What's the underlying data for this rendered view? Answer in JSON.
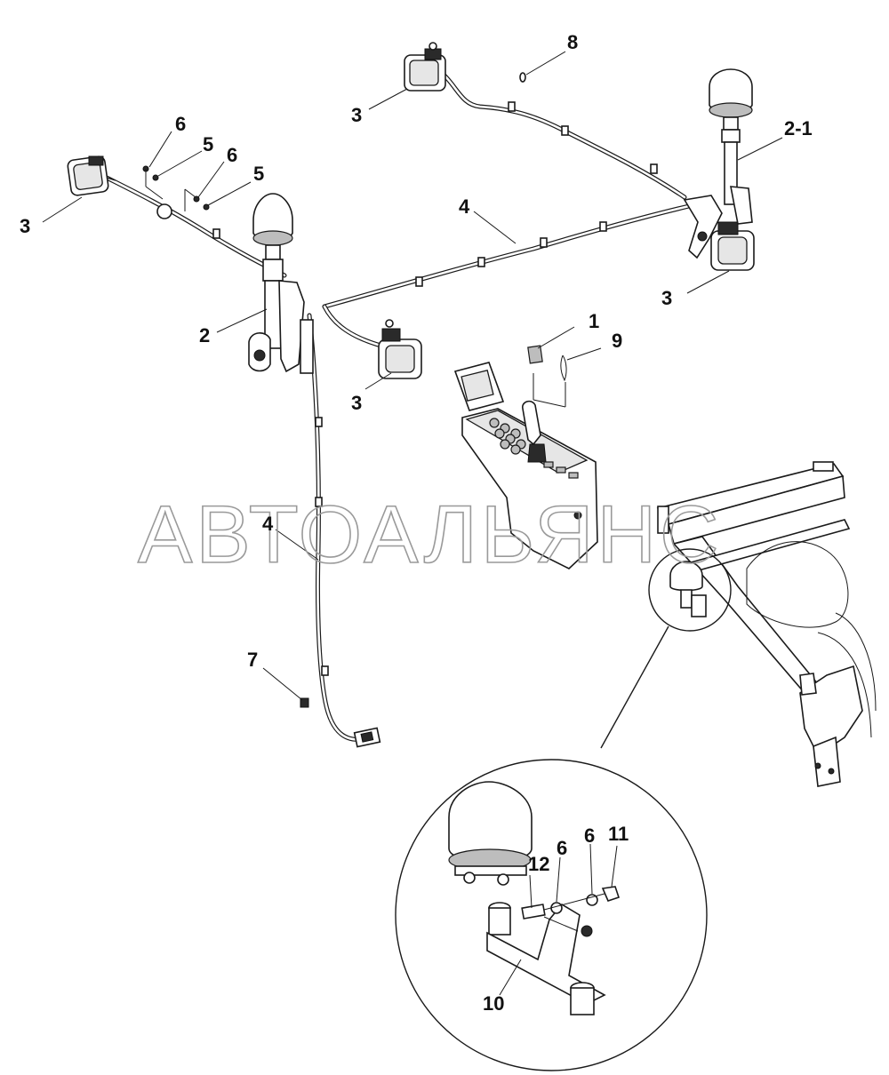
{
  "watermark": "АВТОАЛЬЯНС",
  "callouts": {
    "c1": "1",
    "c2": "2",
    "c2_1": "2-1",
    "c3_a": "3",
    "c3_b": "3",
    "c3_c": "3",
    "c3_d": "3",
    "c4_a": "4",
    "c4_b": "4",
    "c5_a": "5",
    "c5_b": "5",
    "c6_a": "6",
    "c6_b": "6",
    "c6_c": "6",
    "c6_d": "6",
    "c7": "7",
    "c8": "8",
    "c9": "9",
    "c10": "10",
    "c11": "11",
    "c12": "12"
  }
}
